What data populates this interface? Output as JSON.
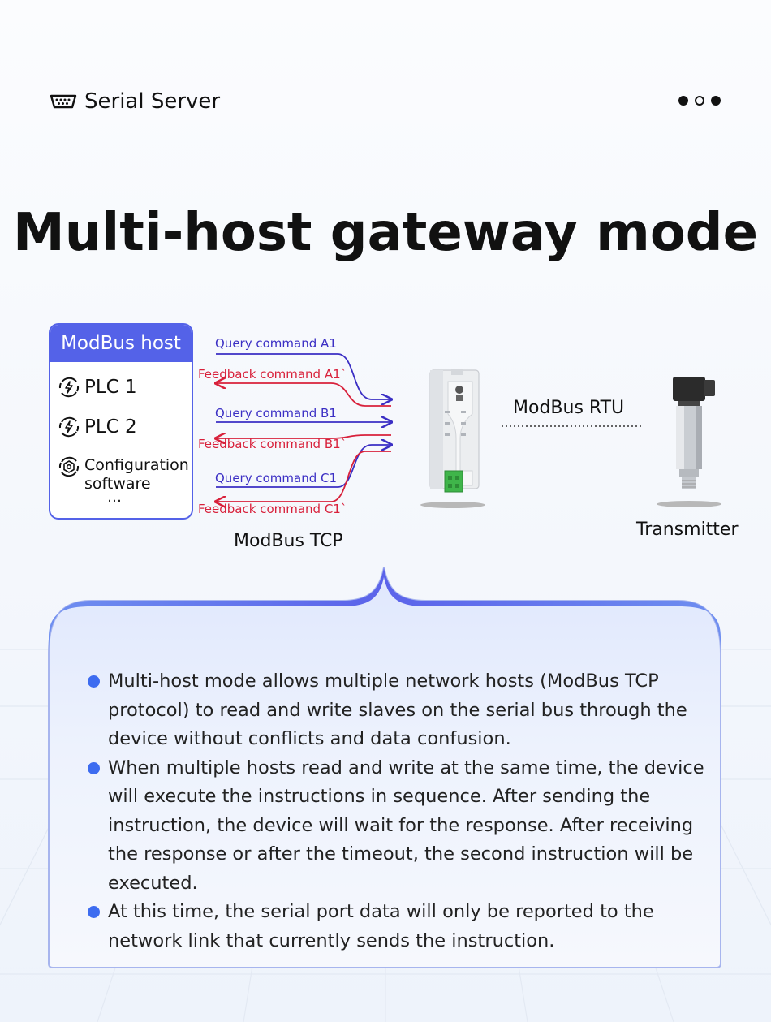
{
  "header": {
    "label": "Serial Server",
    "icon": "serial-port-icon"
  },
  "title": "Multi-host gateway mode",
  "diagram": {
    "host_box": {
      "title": "ModBus host",
      "items": [
        {
          "label": "PLC 1",
          "icon": "plc-icon"
        },
        {
          "label": "PLC 2",
          "icon": "plc-icon"
        },
        {
          "label": "Configuration software",
          "icon": "software-icon"
        }
      ],
      "ellipsis": "…"
    },
    "commands": [
      {
        "query": "Query command A1",
        "feedback": "Feedback command A1`"
      },
      {
        "query": "Query command B1",
        "feedback": "Feedback command B1`"
      },
      {
        "query": "Query command C1",
        "feedback": "Feedback command C1`"
      }
    ],
    "tcp_label": "ModBus TCP",
    "rtu_label": "ModBus RTU",
    "transmitter_label": "Transmitter"
  },
  "bullets": [
    "Multi-host mode allows multiple network hosts (ModBus TCP protocol) to read and write slaves on the serial bus through the device without conflicts and data confusion.",
    "When multiple hosts read and write at the same time, the device will execute the instructions in sequence. After sending the instruction, the device will wait for the response. After receiving the response or after the timeout, the second instruction will be executed.",
    "At this time, the serial port data will only be reported to the network link that currently sends the instruction."
  ],
  "colors": {
    "accent": "#5462e8",
    "query": "#3b2fc4",
    "feedback": "#d8213b",
    "bullet": "#3d6cf0"
  }
}
